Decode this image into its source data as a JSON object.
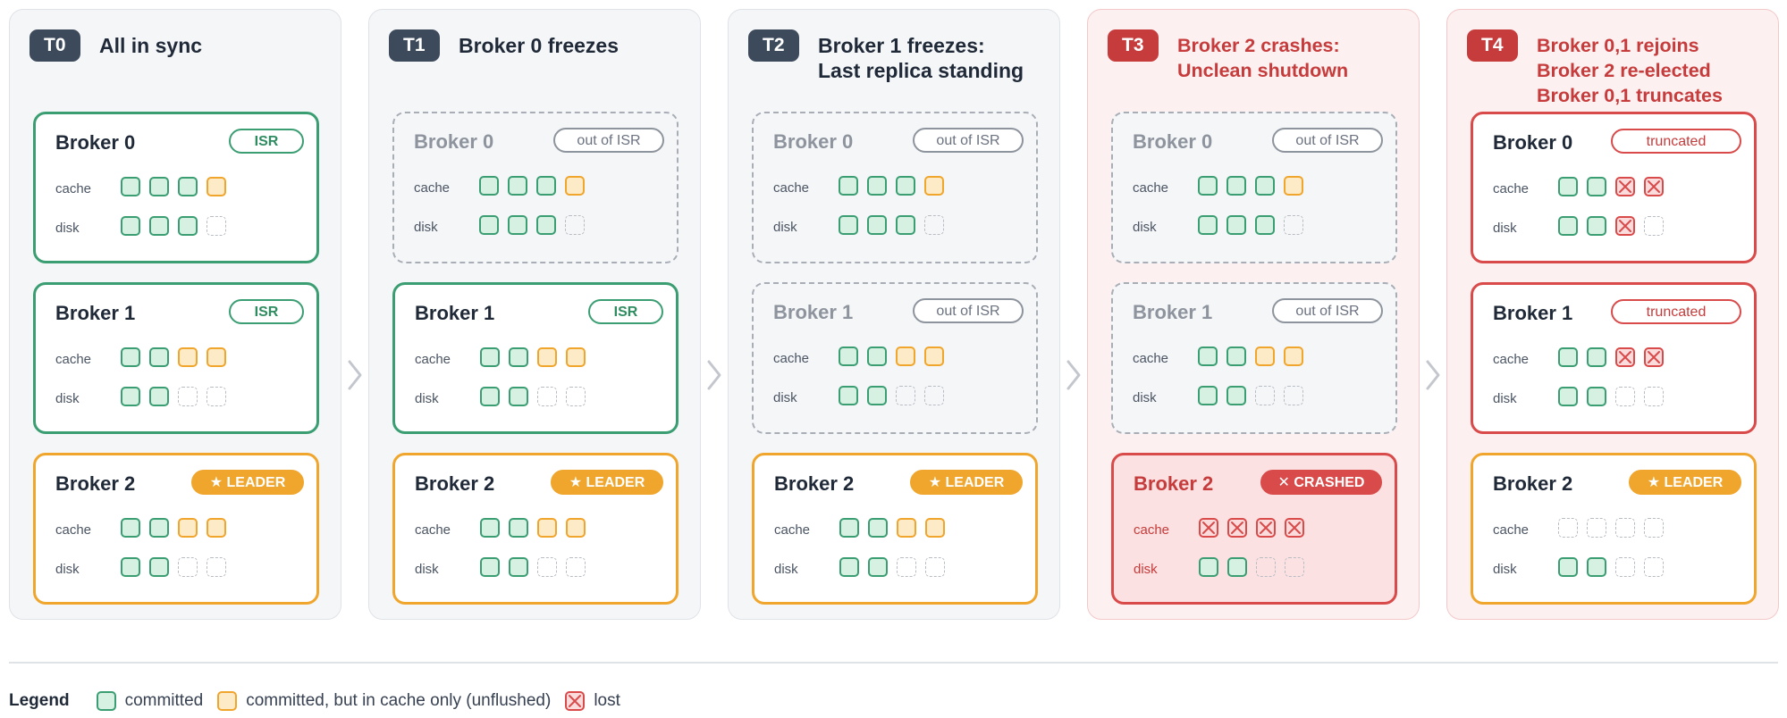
{
  "panels": [
    {
      "id": "T0",
      "title_lines": [
        "All in sync"
      ],
      "alert": false,
      "brokers": [
        {
          "name": "Broker 0",
          "state": "isr",
          "status": "ISR",
          "cache": [
            "c",
            "c",
            "c",
            "u"
          ],
          "disk": [
            "c",
            "c",
            "c",
            "e"
          ]
        },
        {
          "name": "Broker 1",
          "state": "isr",
          "status": "ISR",
          "cache": [
            "c",
            "c",
            "u",
            "u"
          ],
          "disk": [
            "c",
            "c",
            "e",
            "e"
          ]
        },
        {
          "name": "Broker 2",
          "state": "leader",
          "status": "★ LEADER",
          "cache": [
            "c",
            "c",
            "u",
            "u"
          ],
          "disk": [
            "c",
            "c",
            "e",
            "e"
          ]
        }
      ]
    },
    {
      "id": "T1",
      "title_lines": [
        "Broker 0 freezes"
      ],
      "alert": false,
      "brokers": [
        {
          "name": "Broker 0",
          "state": "out",
          "status": "out of ISR",
          "cache": [
            "c",
            "c",
            "c",
            "u"
          ],
          "disk": [
            "c",
            "c",
            "c",
            "e"
          ]
        },
        {
          "name": "Broker 1",
          "state": "isr",
          "status": "ISR",
          "cache": [
            "c",
            "c",
            "u",
            "u"
          ],
          "disk": [
            "c",
            "c",
            "e",
            "e"
          ]
        },
        {
          "name": "Broker 2",
          "state": "leader",
          "status": "★ LEADER",
          "cache": [
            "c",
            "c",
            "u",
            "u"
          ],
          "disk": [
            "c",
            "c",
            "e",
            "e"
          ]
        }
      ]
    },
    {
      "id": "T2",
      "title_lines": [
        "Broker 1 freezes:",
        "Last replica standing"
      ],
      "alert": false,
      "brokers": [
        {
          "name": "Broker 0",
          "state": "out",
          "status": "out of ISR",
          "cache": [
            "c",
            "c",
            "c",
            "u"
          ],
          "disk": [
            "c",
            "c",
            "c",
            "e"
          ]
        },
        {
          "name": "Broker 1",
          "state": "out",
          "status": "out of ISR",
          "cache": [
            "c",
            "c",
            "u",
            "u"
          ],
          "disk": [
            "c",
            "c",
            "e",
            "e"
          ]
        },
        {
          "name": "Broker 2",
          "state": "leader",
          "status": "★ LEADER",
          "cache": [
            "c",
            "c",
            "u",
            "u"
          ],
          "disk": [
            "c",
            "c",
            "e",
            "e"
          ]
        }
      ]
    },
    {
      "id": "T3",
      "title_lines": [
        "Broker 2 crashes:",
        "Unclean shutdown"
      ],
      "alert": true,
      "brokers": [
        {
          "name": "Broker 0",
          "state": "out",
          "status": "out of ISR",
          "cache": [
            "c",
            "c",
            "c",
            "u"
          ],
          "disk": [
            "c",
            "c",
            "c",
            "e"
          ]
        },
        {
          "name": "Broker 1",
          "state": "out",
          "status": "out of ISR",
          "cache": [
            "c",
            "c",
            "u",
            "u"
          ],
          "disk": [
            "c",
            "c",
            "e",
            "e"
          ]
        },
        {
          "name": "Broker 2",
          "state": "crashed",
          "status": "✕ CRASHED",
          "cache": [
            "x",
            "x",
            "x",
            "x"
          ],
          "disk": [
            "c",
            "c",
            "e",
            "e"
          ]
        }
      ]
    },
    {
      "id": "T4",
      "title_lines": [
        "Broker 0,1 rejoins",
        "Broker 2 re-elected",
        "Broker 0,1 truncates"
      ],
      "alert": true,
      "brokers": [
        {
          "name": "Broker 0",
          "state": "truncated",
          "status": "truncated",
          "cache": [
            "c",
            "c",
            "x",
            "x"
          ],
          "disk": [
            "c",
            "c",
            "x",
            "e"
          ]
        },
        {
          "name": "Broker 1",
          "state": "truncated",
          "status": "truncated",
          "cache": [
            "c",
            "c",
            "x",
            "x"
          ],
          "disk": [
            "c",
            "c",
            "e",
            "e"
          ]
        },
        {
          "name": "Broker 2",
          "state": "leader",
          "status": "★ LEADER",
          "cache": [
            "e",
            "e",
            "e",
            "e"
          ],
          "disk": [
            "c",
            "c",
            "e",
            "e"
          ]
        }
      ]
    }
  ],
  "row_labels": {
    "cache": "cache",
    "disk": "disk"
  },
  "legend": {
    "title": "Legend",
    "items": [
      {
        "kind": "c",
        "label": "committed"
      },
      {
        "kind": "u",
        "label": "committed, but in cache only (unflushed)"
      },
      {
        "kind": "x",
        "label": "lost"
      }
    ]
  },
  "colors": {
    "committed": "#3a9e72",
    "unflushed": "#f0a52c",
    "lost": "#d94a4a",
    "leader": "#f0a52c",
    "badge": "#3d4a5b",
    "alert": "#c63b3b"
  }
}
